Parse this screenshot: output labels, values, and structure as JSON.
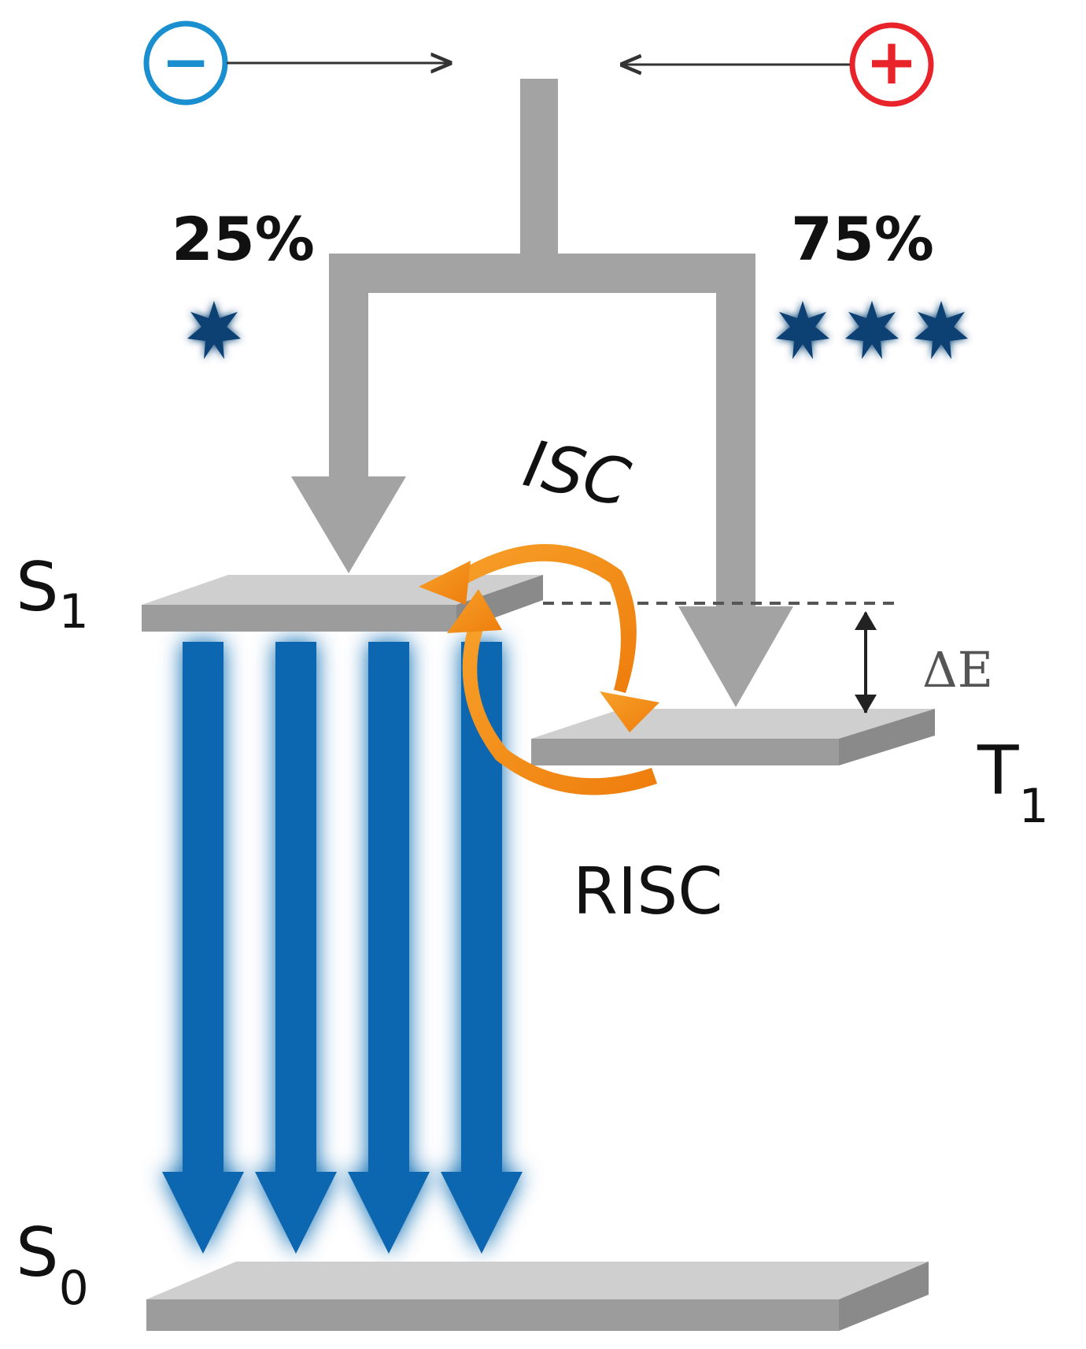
{
  "charges": {
    "negative": {
      "symbol": "−",
      "color": "#1a8fd0"
    },
    "positive": {
      "symbol": "+",
      "color": "#e8232a"
    }
  },
  "fractions": {
    "singlet": "25%",
    "triplet": "75%"
  },
  "states": {
    "s1": {
      "letter": "S",
      "sub": "1"
    },
    "t1": {
      "letter": "T",
      "sub": "1"
    },
    "s0": {
      "letter": "S",
      "sub": "0"
    }
  },
  "processes": {
    "isc": "ISC",
    "risc": "RISC"
  },
  "gap_label": "ΔE",
  "colors": {
    "level_gray": "#9c9c9c",
    "arrow_gray": "#a3a3a3",
    "emission_blue": "#0f66b0",
    "transfer_orange": "#f08a10",
    "exciton_navy": "#0b3f73"
  }
}
